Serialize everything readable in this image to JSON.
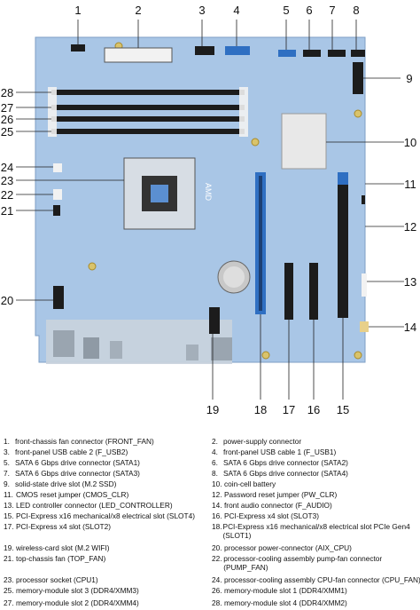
{
  "callouts": [
    {
      "n": "1"
    },
    {
      "n": "2"
    },
    {
      "n": "3"
    },
    {
      "n": "4"
    },
    {
      "n": "5"
    },
    {
      "n": "6"
    },
    {
      "n": "7"
    },
    {
      "n": "8"
    },
    {
      "n": "9"
    },
    {
      "n": "10"
    },
    {
      "n": "11"
    },
    {
      "n": "12"
    },
    {
      "n": "13"
    },
    {
      "n": "14"
    },
    {
      "n": "15"
    },
    {
      "n": "16"
    },
    {
      "n": "17"
    },
    {
      "n": "18"
    },
    {
      "n": "19"
    },
    {
      "n": "20"
    },
    {
      "n": "21"
    },
    {
      "n": "22"
    },
    {
      "n": "23"
    },
    {
      "n": "24"
    },
    {
      "n": "25"
    },
    {
      "n": "26"
    },
    {
      "n": "27"
    },
    {
      "n": "28"
    }
  ],
  "board": {
    "silkscreen": "AMD",
    "colors": {
      "pcb": "#a9c6e6",
      "pcb_dark": "#8fb2d8",
      "slot_black": "#1c1c1c",
      "slot_blue": "#2f6fc2",
      "slot_white": "#f2f2f2",
      "connector_yellow": "#e8d08a",
      "io_shield": "#c9d3dd"
    }
  },
  "legend": [
    {
      "num": "1.",
      "text": "front-chassis fan connector (FRONT_FAN)"
    },
    {
      "num": "2.",
      "text": "power-supply connector"
    },
    {
      "num": "3.",
      "text": "front-panel USB cable 2 (F_USB2)"
    },
    {
      "num": "4.",
      "text": "front-panel USB cable 1 (F_USB1)"
    },
    {
      "num": "5.",
      "text": "SATA 6 Gbps drive connector (SATA1)"
    },
    {
      "num": "6.",
      "text": "SATA 6 Gbps drive connector (SATA2)"
    },
    {
      "num": "7.",
      "text": "SATA 6 Gbps drive connector (SATA3)"
    },
    {
      "num": "8.",
      "text": "SATA 6 Gbps drive connector (SATA4)"
    },
    {
      "num": "9.",
      "text": "solid-state drive slot (M.2 SSD)"
    },
    {
      "num": "10.",
      "text": "coin-cell battery"
    },
    {
      "num": "11.",
      "text": "CMOS reset jumper (CMOS_CLR)"
    },
    {
      "num": "12.",
      "text": "Password reset jumper (PW_CLR)"
    },
    {
      "num": "13.",
      "text": "LED controller connector (LED_CONTROLLER)"
    },
    {
      "num": "14.",
      "text": "front audio connector (F_AUDIO)"
    },
    {
      "num": "15.",
      "text": "PCI-Express x16 mechanical/x8 electrical slot (SLOT4)"
    },
    {
      "num": "16.",
      "text": "PCI-Express x4 slot (SLOT3)"
    },
    {
      "num": "17.",
      "text": "PCI-Express x4 slot (SLOT2)"
    },
    {
      "num": "18.",
      "text": "PCI-Express x16 mechanical/x8 electrical slot PCIe Gen4 (SLOT1)"
    },
    {
      "num": "19.",
      "text": "wireless-card slot (M.2 WIFI)"
    },
    {
      "num": "20.",
      "text": "processor power-connector (AIX_CPU)"
    },
    {
      "num": "21.",
      "text": "top-chassis fan (TOP_FAN)"
    },
    {
      "num": "22.",
      "text": "processor-cooling assembly pump-fan connector (PUMP_FAN)"
    },
    {
      "num": "23.",
      "text": "processor socket (CPU1)"
    },
    {
      "num": "24.",
      "text": "processor-cooling assembly CPU-fan connector (CPU_FAN)"
    },
    {
      "num": "25.",
      "text": "memory-module slot 3 (DDR4/XMM3)"
    },
    {
      "num": "26.",
      "text": "memory-module slot 1 (DDR4/XMM1)"
    },
    {
      "num": "27.",
      "text": "memory-module slot 2 (DDR4/XMM4)"
    },
    {
      "num": "28.",
      "text": "memory-module slot 4 (DDR4/XMM2)"
    }
  ]
}
